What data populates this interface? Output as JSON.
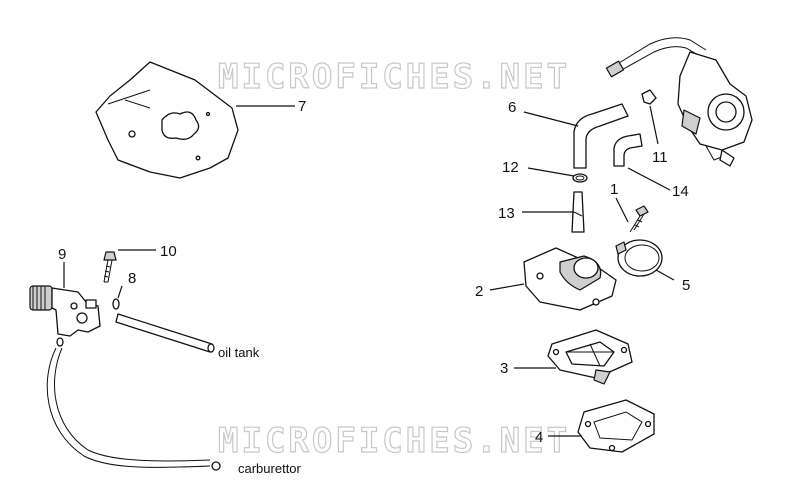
{
  "watermarks": [
    {
      "text": "MICROFICHES.NET"
    },
    {
      "text": "MICROFICHES.NET"
    }
  ],
  "callouts": [
    {
      "id": "1",
      "text": "1"
    },
    {
      "id": "2",
      "text": "2"
    },
    {
      "id": "3",
      "text": "3"
    },
    {
      "id": "4",
      "text": "4"
    },
    {
      "id": "5",
      "text": "5"
    },
    {
      "id": "6",
      "text": "6"
    },
    {
      "id": "7",
      "text": "7"
    },
    {
      "id": "8",
      "text": "8"
    },
    {
      "id": "9",
      "text": "9"
    },
    {
      "id": "10",
      "text": "10"
    },
    {
      "id": "11",
      "text": "11"
    },
    {
      "id": "12",
      "text": "12"
    },
    {
      "id": "13",
      "text": "13"
    },
    {
      "id": "14",
      "text": "14"
    }
  ],
  "labels": {
    "oil_tank": "oil tank",
    "carburettor": "carburettor"
  }
}
